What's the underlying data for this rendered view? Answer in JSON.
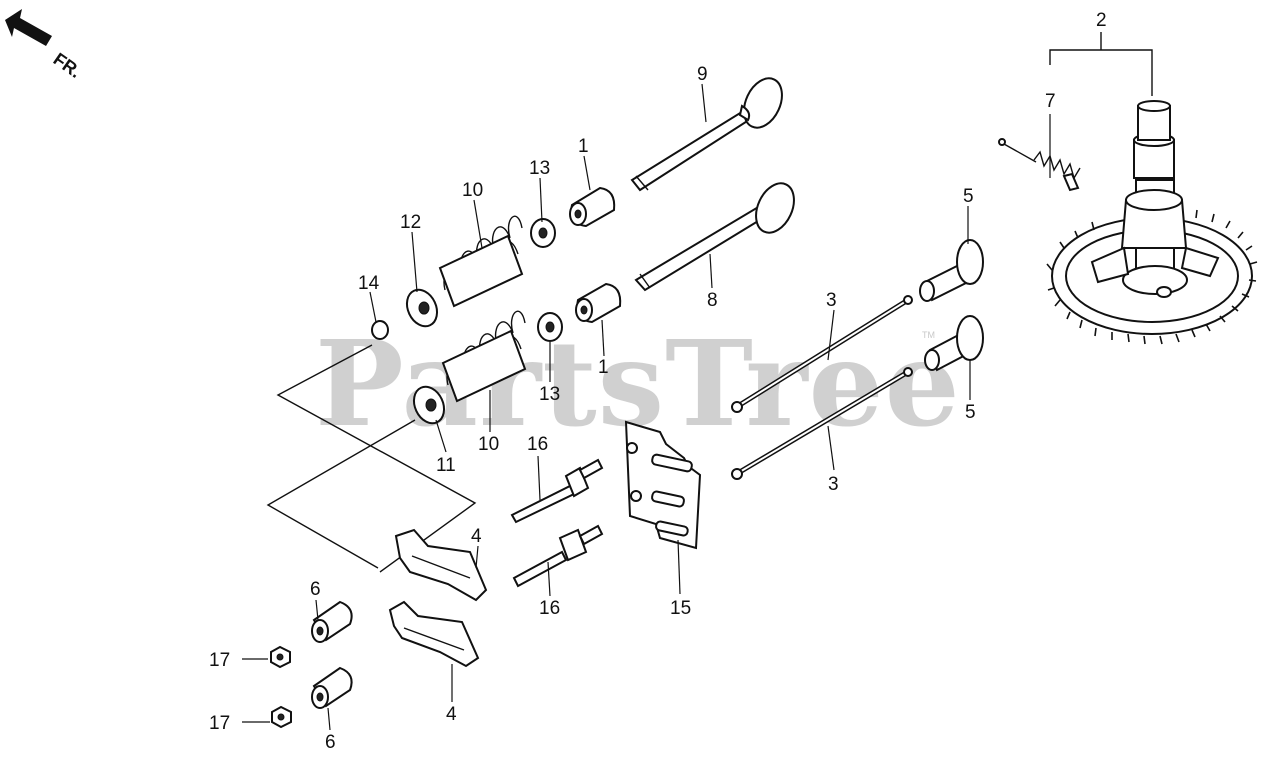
{
  "direction_indicator": "FR.",
  "watermark": {
    "text": "PartsTree",
    "trademark": "TM"
  },
  "callouts": {
    "c1_top": "1",
    "c1_bottom": "1",
    "c2": "2",
    "c3_top": "3",
    "c3_bottom": "3",
    "c4_top": "4",
    "c4_bottom": "4",
    "c5_top": "5",
    "c5_bottom": "5",
    "c6_top": "6",
    "c6_bottom": "6",
    "c7": "7",
    "c8": "8",
    "c9": "9",
    "c10_top": "10",
    "c10_bottom": "10",
    "c11": "11",
    "c12": "12",
    "c13_top": "13",
    "c13_bottom": "13",
    "c14": "14",
    "c15": "15",
    "c16_top": "16",
    "c16_bottom": "16",
    "c17_top": "17",
    "c17_bottom": "17"
  }
}
